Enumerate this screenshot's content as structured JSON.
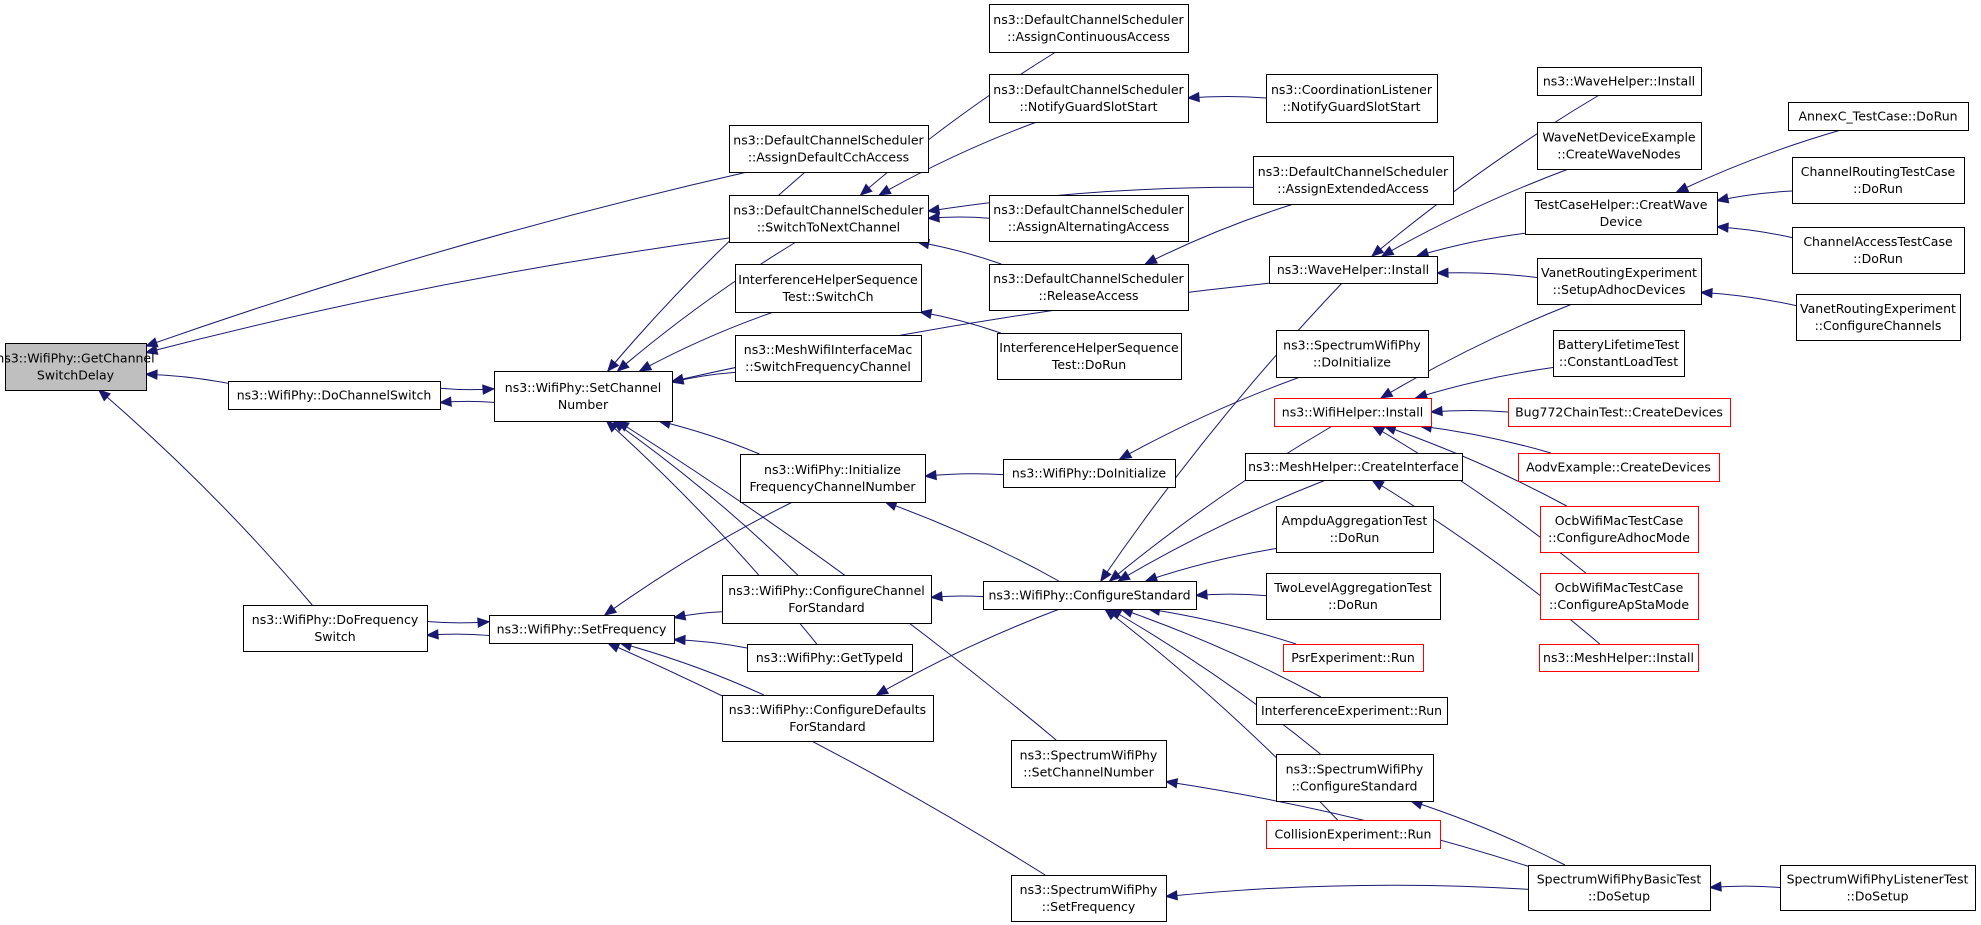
{
  "nodes": [
    {
      "id": "getchannelswitchdelay",
      "lines": [
        "ns3::WifiPhy::GetChannel",
        "SwitchDelay"
      ],
      "highlight": true
    },
    {
      "id": "dochannelswitch",
      "lines": [
        "ns3::WifiPhy::DoChannelSwitch"
      ]
    },
    {
      "id": "dofrequencyswitch",
      "lines": [
        "ns3::WifiPhy::DoFrequency",
        "Switch"
      ]
    },
    {
      "id": "setchannelnumber",
      "lines": [
        "ns3::WifiPhy::SetChannel",
        "Number"
      ]
    },
    {
      "id": "setfrequency",
      "lines": [
        "ns3::WifiPhy::SetFrequency"
      ]
    },
    {
      "id": "assigndefaultcchaccess",
      "lines": [
        "ns3::DefaultChannelScheduler",
        "::AssignDefaultCchAccess"
      ]
    },
    {
      "id": "switchtonextchannel",
      "lines": [
        "ns3::DefaultChannelScheduler",
        "::SwitchToNextChannel"
      ]
    },
    {
      "id": "interferencehelperswitchch",
      "lines": [
        "InterferenceHelperSequence",
        "Test::SwitchCh"
      ]
    },
    {
      "id": "meshwifiswitchfreq",
      "lines": [
        "ns3::MeshWifiInterfaceMac",
        "::SwitchFrequencyChannel"
      ]
    },
    {
      "id": "initfreqchannelnumber",
      "lines": [
        "ns3::WifiPhy::Initialize",
        "FrequencyChannelNumber"
      ]
    },
    {
      "id": "configurechannelforstandard",
      "lines": [
        "ns3::WifiPhy::ConfigureChannel",
        "ForStandard"
      ]
    },
    {
      "id": "gettypeid",
      "lines": [
        "ns3::WifiPhy::GetTypeId"
      ]
    },
    {
      "id": "configuredefaultsforstandard",
      "lines": [
        "ns3::WifiPhy::ConfigureDefaults",
        "ForStandard"
      ]
    },
    {
      "id": "assigncontinuousaccess",
      "lines": [
        "ns3::DefaultChannelScheduler",
        "::AssignContinuousAccess"
      ]
    },
    {
      "id": "notifyguardslotstart",
      "lines": [
        "ns3::DefaultChannelScheduler",
        "::NotifyGuardSlotStart"
      ]
    },
    {
      "id": "assignalternatingaccess",
      "lines": [
        "ns3::DefaultChannelScheduler",
        "::AssignAlternatingAccess"
      ]
    },
    {
      "id": "releaseaccess",
      "lines": [
        "ns3::DefaultChannelScheduler",
        "::ReleaseAccess"
      ]
    },
    {
      "id": "interferencehelperdorun",
      "lines": [
        "InterferenceHelperSequence",
        "Test::DoRun"
      ]
    },
    {
      "id": "wifiphydoinitialize",
      "lines": [
        "ns3::WifiPhy::DoInitialize"
      ]
    },
    {
      "id": "configurestandard",
      "lines": [
        "ns3::WifiPhy::ConfigureStandard"
      ]
    },
    {
      "id": "spectrumsetchannelnumber",
      "lines": [
        "ns3::SpectrumWifiPhy",
        "::SetChannelNumber"
      ]
    },
    {
      "id": "spectrumsetfrequency",
      "lines": [
        "ns3::SpectrumWifiPhy",
        "::SetFrequency"
      ]
    },
    {
      "id": "coordinationlistener",
      "lines": [
        "ns3::CoordinationListener",
        "::NotifyGuardSlotStart"
      ]
    },
    {
      "id": "assignextendedaccess",
      "lines": [
        "ns3::DefaultChannelScheduler",
        "::AssignExtendedAccess"
      ]
    },
    {
      "id": "wavehelperinstallmid",
      "lines": [
        "ns3::WaveHelper::Install"
      ]
    },
    {
      "id": "spectrumdoinitialize",
      "lines": [
        "ns3::SpectrumWifiPhy",
        "::DoInitialize"
      ]
    },
    {
      "id": "wifihelperinstall",
      "lines": [
        "ns3::WifiHelper::Install"
      ],
      "truncated": true
    },
    {
      "id": "meshcreateinterface",
      "lines": [
        "ns3::MeshHelper::CreateInterface"
      ]
    },
    {
      "id": "ampduaggregation",
      "lines": [
        "AmpduAggregationTest",
        "::DoRun"
      ]
    },
    {
      "id": "twolevelaggregation",
      "lines": [
        "TwoLevelAggregationTest",
        "::DoRun"
      ]
    },
    {
      "id": "psrexperiment",
      "lines": [
        "PsrExperiment::Run"
      ],
      "truncated": true
    },
    {
      "id": "interferenceexperiment",
      "lines": [
        "InterferenceExperiment::Run"
      ]
    },
    {
      "id": "spectrumconfigurestandard",
      "lines": [
        "ns3::SpectrumWifiPhy",
        "::ConfigureStandard"
      ]
    },
    {
      "id": "collisionexperiment",
      "lines": [
        "CollisionExperiment::Run"
      ],
      "truncated": true
    },
    {
      "id": "wavehelperinstalltop",
      "lines": [
        "ns3::WaveHelper::Install"
      ]
    },
    {
      "id": "wavenetdevicecreatewavenodes",
      "lines": [
        "WaveNetDeviceExample",
        "::CreateWaveNodes"
      ]
    },
    {
      "id": "testcasehelper",
      "lines": [
        "TestCaseHelper::CreatWave",
        "Device"
      ]
    },
    {
      "id": "vanetsetupadhoc",
      "lines": [
        "VanetRoutingExperiment",
        "::SetupAdhocDevices"
      ]
    },
    {
      "id": "batterylifetime",
      "lines": [
        "BatteryLifetimeTest",
        "::ConstantLoadTest"
      ]
    },
    {
      "id": "bug772",
      "lines": [
        "Bug772ChainTest::CreateDevices"
      ],
      "truncated": true
    },
    {
      "id": "aodvexample",
      "lines": [
        "AodvExample::CreateDevices"
      ],
      "truncated": true
    },
    {
      "id": "ocbadhoc",
      "lines": [
        "OcbWifiMacTestCase",
        "::ConfigureAdhocMode"
      ],
      "truncated": true
    },
    {
      "id": "ocbapsta",
      "lines": [
        "OcbWifiMacTestCase",
        "::ConfigureApStaMode"
      ],
      "truncated": true
    },
    {
      "id": "meshhelperinstall",
      "lines": [
        "ns3::MeshHelper::Install"
      ],
      "truncated": true
    },
    {
      "id": "spectrumbasicdosetup",
      "lines": [
        "SpectrumWifiPhyBasicTest",
        "::DoSetup"
      ]
    },
    {
      "id": "annexc",
      "lines": [
        "AnnexC_TestCase::DoRun"
      ]
    },
    {
      "id": "channelrouting",
      "lines": [
        "ChannelRoutingTestCase",
        "::DoRun"
      ]
    },
    {
      "id": "channelaccess",
      "lines": [
        "ChannelAccessTestCase",
        "::DoRun"
      ]
    },
    {
      "id": "vanetconfigure",
      "lines": [
        "VanetRoutingExperiment",
        "::ConfigureChannels"
      ]
    },
    {
      "id": "spectrumlistenerdosetup",
      "lines": [
        "SpectrumWifiPhyListenerTest",
        "::DoSetup"
      ]
    }
  ],
  "edges": [
    [
      "dochannelswitch",
      "getchannelswitchdelay"
    ],
    [
      "dofrequencyswitch",
      "getchannelswitchdelay"
    ],
    [
      "assigndefaultcchaccess",
      "getchannelswitchdelay"
    ],
    [
      "switchtonextchannel",
      "getchannelswitchdelay"
    ],
    [
      "setchannelnumber",
      "dochannelswitch"
    ],
    [
      "dochannelswitch",
      "setchannelnumber"
    ],
    [
      "setfrequency",
      "dofrequencyswitch"
    ],
    [
      "dofrequencyswitch",
      "setfrequency"
    ],
    [
      "assigndefaultcchaccess",
      "setchannelnumber"
    ],
    [
      "switchtonextchannel",
      "setchannelnumber"
    ],
    [
      "interferencehelperswitchch",
      "setchannelnumber"
    ],
    [
      "meshwifiswitchfreq",
      "setchannelnumber"
    ],
    [
      "initfreqchannelnumber",
      "setchannelnumber"
    ],
    [
      "configurechannelforstandard",
      "setchannelnumber"
    ],
    [
      "gettypeid",
      "setchannelnumber"
    ],
    [
      "spectrumsetchannelnumber",
      "setchannelnumber"
    ],
    [
      "wavehelperinstallmid",
      "setchannelnumber"
    ],
    [
      "initfreqchannelnumber",
      "setfrequency"
    ],
    [
      "configurechannelforstandard",
      "setfrequency"
    ],
    [
      "gettypeid",
      "setfrequency"
    ],
    [
      "configuredefaultsforstandard",
      "setfrequency"
    ],
    [
      "spectrumsetfrequency",
      "setfrequency"
    ],
    [
      "assigncontinuousaccess",
      "switchtonextchannel"
    ],
    [
      "notifyguardslotstart",
      "switchtonextchannel"
    ],
    [
      "assignalternatingaccess",
      "switchtonextchannel"
    ],
    [
      "releaseaccess",
      "switchtonextchannel"
    ],
    [
      "assignextendedaccess",
      "switchtonextchannel"
    ],
    [
      "coordinationlistener",
      "notifyguardslotstart"
    ],
    [
      "assignextendedaccess",
      "releaseaccess"
    ],
    [
      "interferencehelperdorun",
      "interferencehelperswitchch"
    ],
    [
      "wifiphydoinitialize",
      "initfreqchannelnumber"
    ],
    [
      "configurestandard",
      "initfreqchannelnumber"
    ],
    [
      "configurestandard",
      "configurechannelforstandard"
    ],
    [
      "configurestandard",
      "configuredefaultsforstandard"
    ],
    [
      "spectrumdoinitialize",
      "wifiphydoinitialize"
    ],
    [
      "wavehelperinstallmid",
      "configurestandard"
    ],
    [
      "wifihelperinstall",
      "configurestandard"
    ],
    [
      "meshcreateinterface",
      "configurestandard"
    ],
    [
      "ampduaggregation",
      "configurestandard"
    ],
    [
      "twolevelaggregation",
      "configurestandard"
    ],
    [
      "psrexperiment",
      "configurestandard"
    ],
    [
      "interferenceexperiment",
      "configurestandard"
    ],
    [
      "spectrumconfigurestandard",
      "configurestandard"
    ],
    [
      "collisionexperiment",
      "configurestandard"
    ],
    [
      "spectrumbasicdosetup",
      "spectrumsetchannelnumber"
    ],
    [
      "spectrumbasicdosetup",
      "spectrumsetfrequency"
    ],
    [
      "spectrumbasicdosetup",
      "spectrumconfigurestandard"
    ],
    [
      "spectrumlistenerdosetup",
      "spectrumbasicdosetup"
    ],
    [
      "wavehelperinstalltop",
      "wavehelperinstallmid"
    ],
    [
      "wavenetdevicecreatewavenodes",
      "wavehelperinstallmid"
    ],
    [
      "testcasehelper",
      "wavehelperinstallmid"
    ],
    [
      "vanetsetupadhoc",
      "wavehelperinstallmid"
    ],
    [
      "batterylifetime",
      "wifihelperinstall"
    ],
    [
      "bug772",
      "wifihelperinstall"
    ],
    [
      "aodvexample",
      "wifihelperinstall"
    ],
    [
      "ocbadhoc",
      "wifihelperinstall"
    ],
    [
      "ocbapsta",
      "wifihelperinstall"
    ],
    [
      "vanetsetupadhoc",
      "wifihelperinstall"
    ],
    [
      "meshhelperinstall",
      "meshcreateinterface"
    ],
    [
      "annexc",
      "testcasehelper"
    ],
    [
      "channelrouting",
      "testcasehelper"
    ],
    [
      "channelaccess",
      "testcasehelper"
    ],
    [
      "vanetconfigure",
      "vanetsetupadhoc"
    ]
  ],
  "colors": {
    "edge": "#191970",
    "node_border": "#000000",
    "node_border_truncated": "#ff0000",
    "highlight_fill": "#bfbfbf",
    "node_fill": "#ffffff"
  }
}
